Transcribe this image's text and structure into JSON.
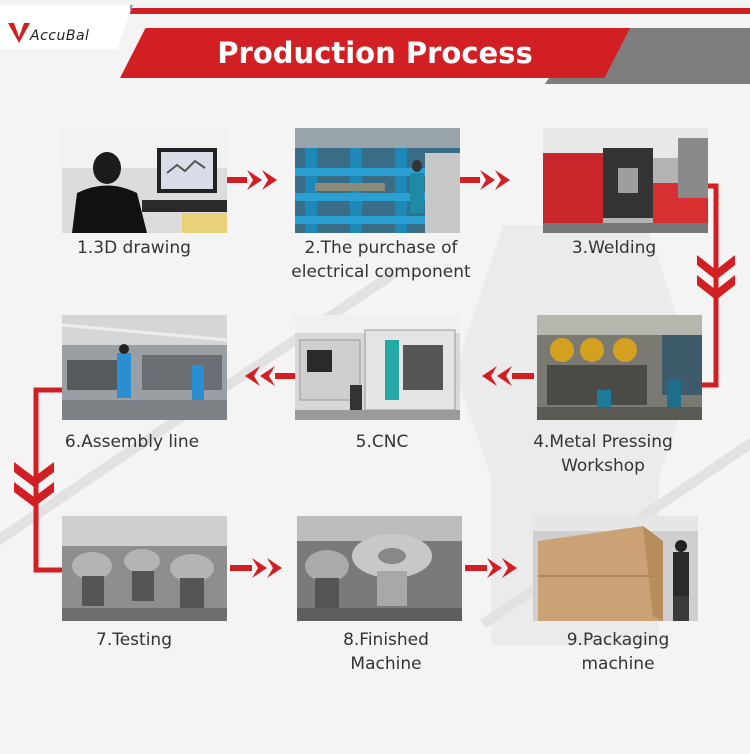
{
  "brand": {
    "name": "AccuBal",
    "color_red": "#d21f24",
    "color_gray": "#7d7d7d"
  },
  "header": {
    "title": "Production Process"
  },
  "steps": [
    {
      "label": "1.3D drawing",
      "image": "engineer-at-computer-photo"
    },
    {
      "label": "2.The purchase of electrical component",
      "image": "parts-warehouse-photo"
    },
    {
      "label": "3.Welding",
      "image": "welding-machine-photo"
    },
    {
      "label": "4.Metal Pressing Workshop",
      "image": "metal-press-photo"
    },
    {
      "label": "5.CNC",
      "image": "cnc-machine-photo"
    },
    {
      "label": "6.Assembly line",
      "image": "assembly-line-photo"
    },
    {
      "label": "7.Testing",
      "image": "testing-floor-photo"
    },
    {
      "label": "8.Finished Machine",
      "image": "finished-machine-photo"
    },
    {
      "label": "9.Packaging machine",
      "image": "wooden-crate-photo"
    }
  ]
}
